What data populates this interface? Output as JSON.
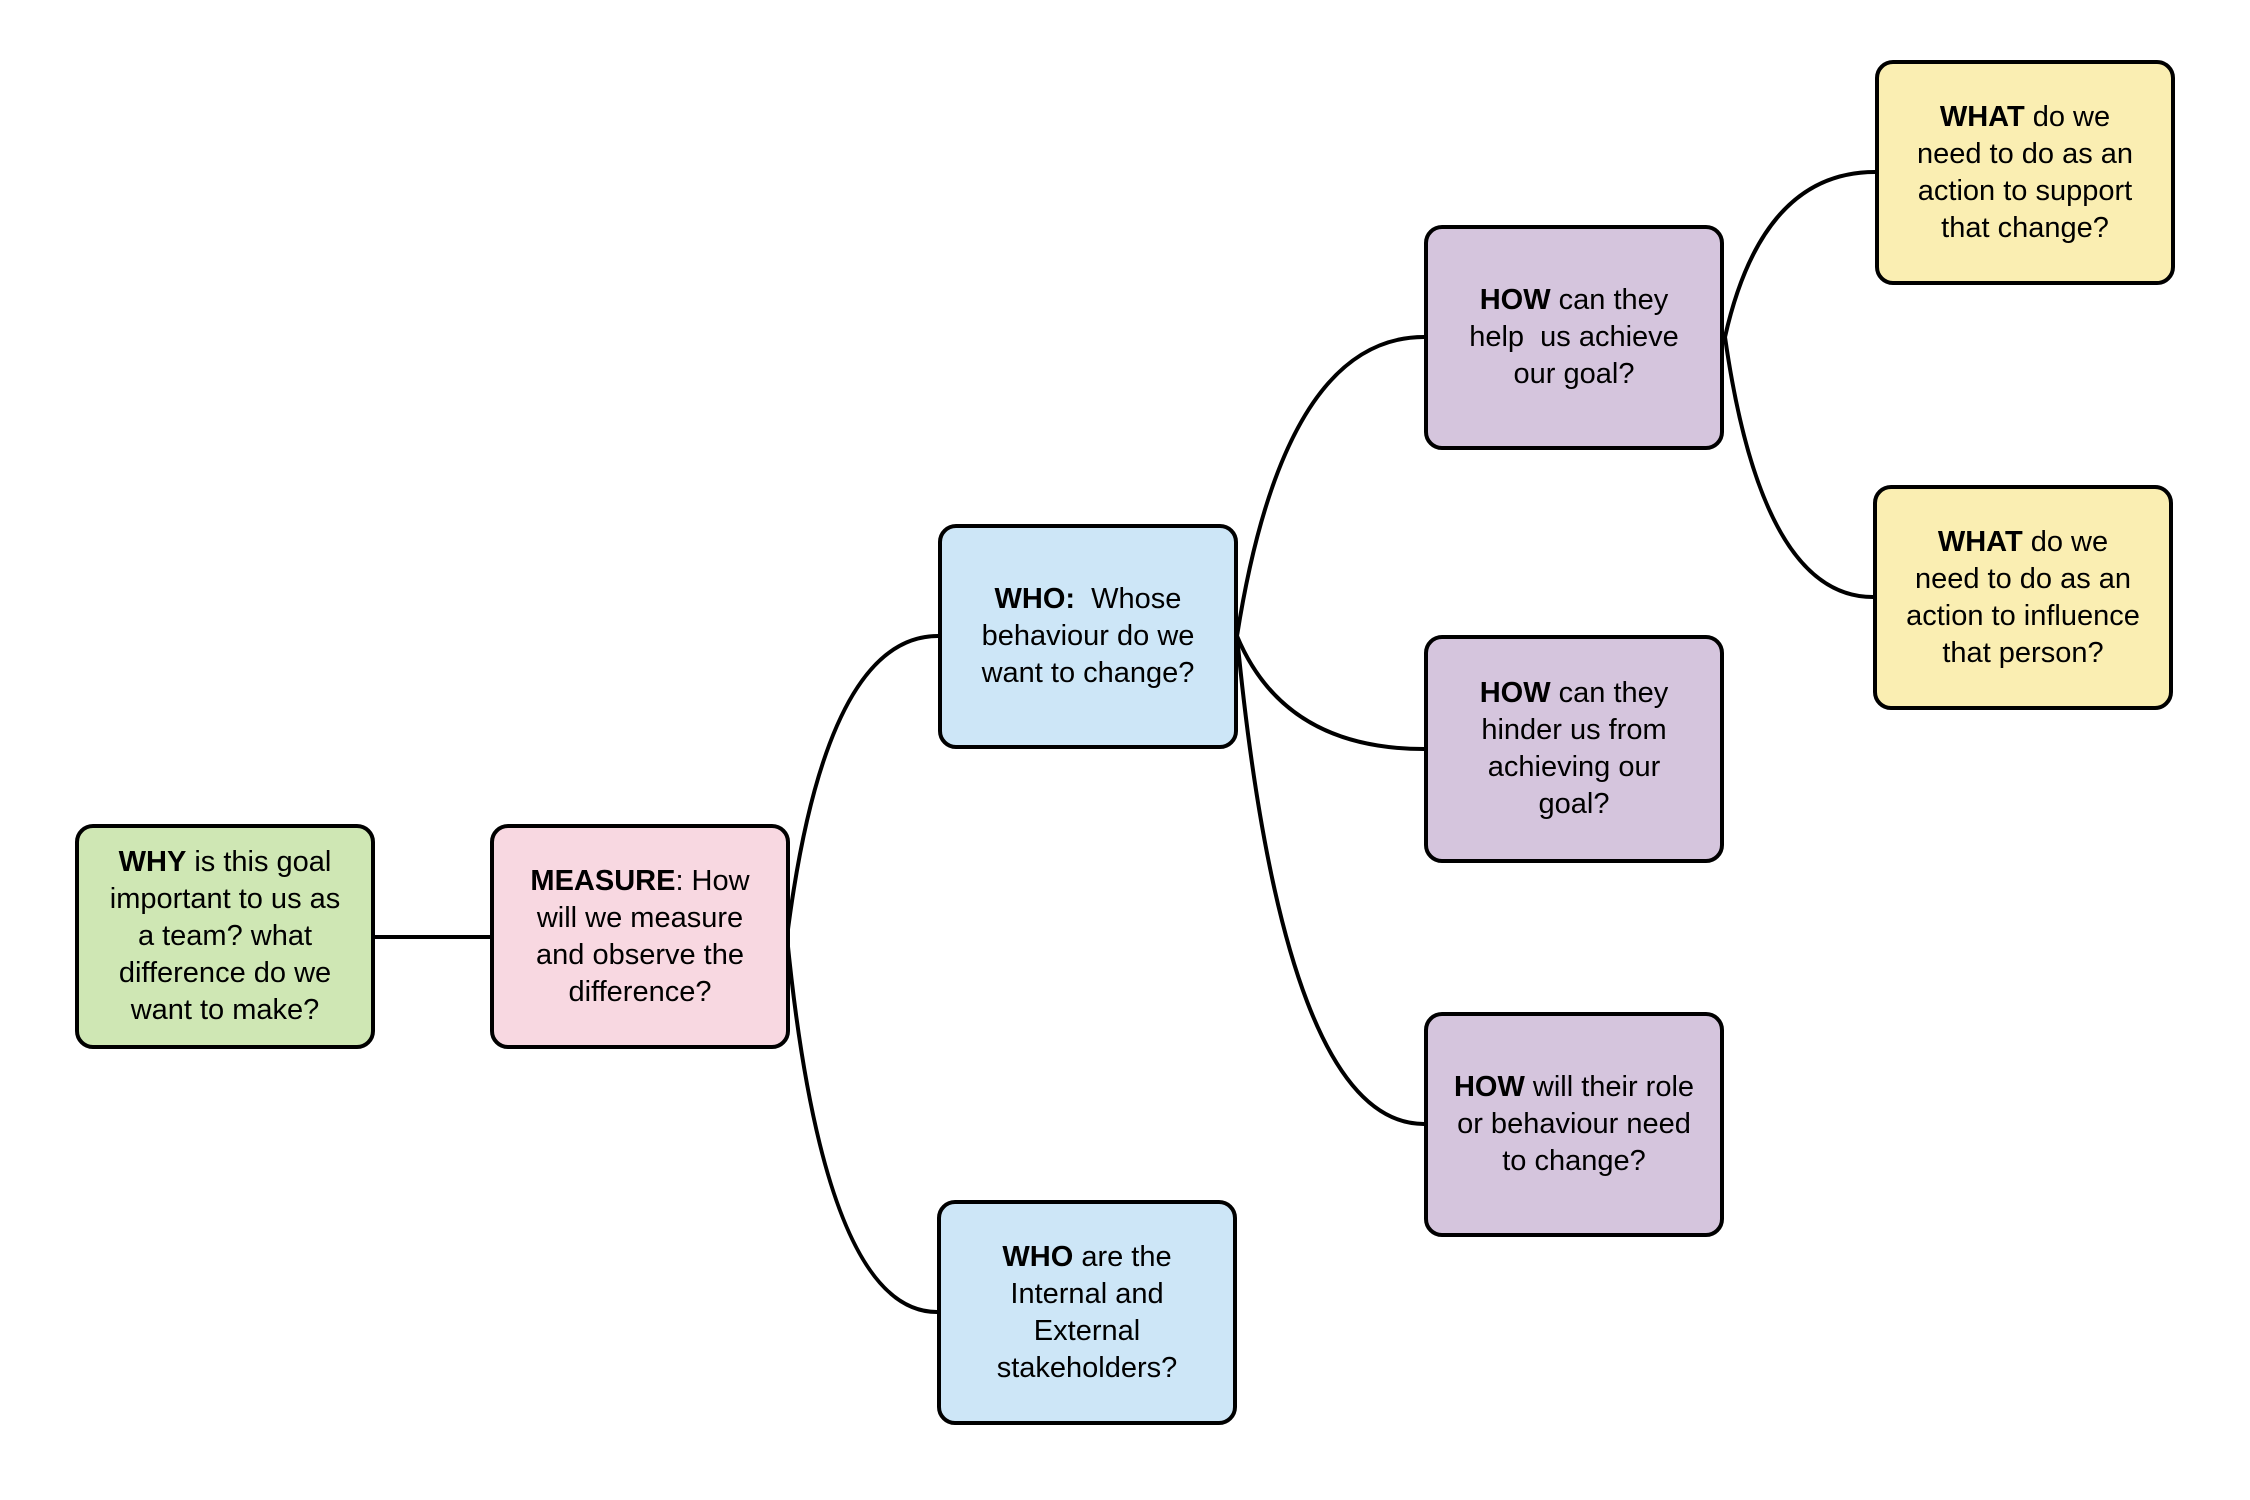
{
  "diagram": {
    "title": "goal mind map",
    "edge_color": "#000000",
    "node_border": "#000000",
    "text_color": "#000000",
    "nodes": [
      {
        "id": "why",
        "bold": "WHY",
        "text": " is this goal\nimportant to us as\na team? what\ndifference do we\nwant to make?",
        "fill": "#cfe7b4"
      },
      {
        "id": "measure",
        "bold": "MEASURE",
        "text": ": How\nwill we measure\nand observe the\ndifference?",
        "fill": "#f8d8e1"
      },
      {
        "id": "who-behaviour",
        "bold": "WHO:",
        "text": "  Whose\nbehaviour do we\nwant to change?",
        "fill": "#cde6f7"
      },
      {
        "id": "who-stakeholders",
        "bold": "WHO",
        "text": " are the\nInternal and\nExternal\nstakeholders?",
        "fill": "#cde6f7"
      },
      {
        "id": "how-help",
        "bold": "HOW",
        "text": " can they\nhelp  us achieve\nour goal?",
        "fill": "#d5c5dd"
      },
      {
        "id": "how-hinder",
        "bold": "HOW",
        "text": " can they\nhinder us from\nachieving our\ngoal?",
        "fill": "#d5c5dd"
      },
      {
        "id": "how-role",
        "bold": "HOW",
        "text": " will their role\nor behaviour need\nto change?",
        "fill": "#d5c5dd"
      },
      {
        "id": "what-support",
        "bold": "WHAT",
        "text": " do we\nneed to do as an\naction to support\nthat change?",
        "fill": "#faeeb2"
      },
      {
        "id": "what-influence",
        "bold": "WHAT",
        "text": " do we\nneed to do as an\naction to influence\nthat person?",
        "fill": "#faeeb2"
      }
    ],
    "edges": [
      {
        "from": "why",
        "to": "measure"
      },
      {
        "from": "measure",
        "to": "who-behaviour"
      },
      {
        "from": "measure",
        "to": "who-stakeholders"
      },
      {
        "from": "who-behaviour",
        "to": "how-help"
      },
      {
        "from": "who-behaviour",
        "to": "how-hinder"
      },
      {
        "from": "who-behaviour",
        "to": "how-role"
      },
      {
        "from": "how-help",
        "to": "what-support"
      },
      {
        "from": "how-help",
        "to": "what-influence"
      }
    ]
  }
}
